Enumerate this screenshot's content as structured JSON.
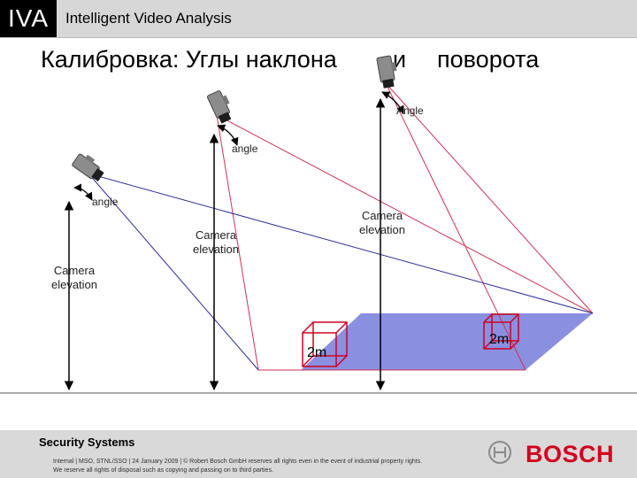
{
  "header": {
    "badge": "IVA",
    "subtitle": "Intelligent Video Analysis"
  },
  "slide": {
    "title_part1": "Калибровка: Углы наклона",
    "title_part2": "и",
    "title_part3": "поворота"
  },
  "labels": {
    "angle_top": "Angle",
    "angle_mid": "angle",
    "angle_left": "angle",
    "elev_right_1": "Camera",
    "elev_right_2": "elevation",
    "elev_mid_1": "Camera",
    "elev_mid_2": "elevation",
    "elev_left_1": "Camera",
    "elev_left_2": "elevation",
    "box_left": "2m",
    "box_right": "2m"
  },
  "footer": {
    "company": "Security Systems",
    "legal_line1": "Internal | MSO, STNL/SSO | 24 January 2009 | © Robert Bosch GmbH reserves all rights even in the event of industrial property rights.",
    "legal_line2": "We reserve all rights of disposal such as copying and passing on to third parties.",
    "brand": "BOSCH"
  },
  "colors": {
    "red_line": "#cc3355",
    "blue_line": "#2b2b9a",
    "plane": "#8a8fe0",
    "bosch_red": "#d2001e"
  }
}
